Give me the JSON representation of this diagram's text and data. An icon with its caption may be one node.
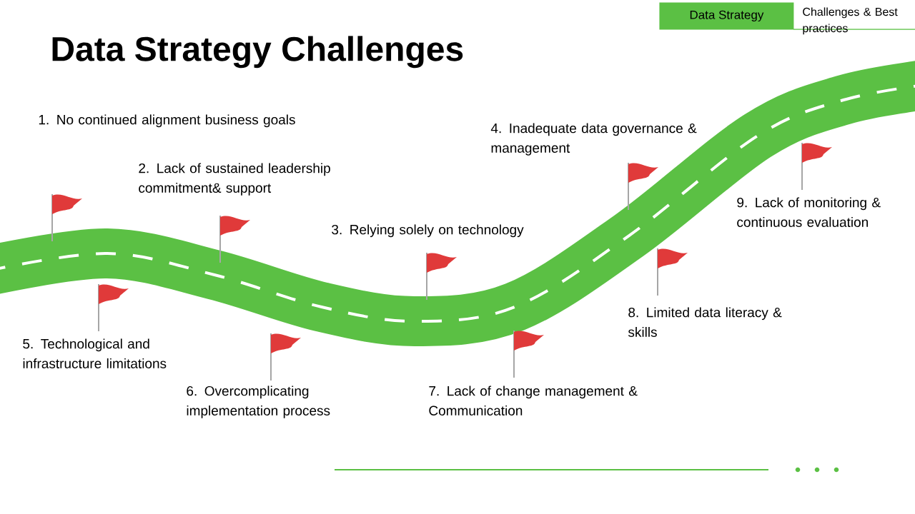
{
  "diagram": {
    "title": "Data Strategy Challenges",
    "nodes": [
      {
        "text": [
          "Data Strategy"
        ]
      },
      {
        "text": [
          "Challenges & Best practices"
        ]
      }
    ],
    "labels": [
      "1. No continued alignment business goals",
      "2. Lack of sustained leadership commitment& support",
      "3. Relying solely on technology",
      "4. Inadequate data governance & management",
      "9. Lack of monitoring & continuous evaluation",
      "5. Technological and infrastructure limitations",
      "8. Limited data literacy & skills",
      "6. Overcomplicating implementation process",
      "7. Lack of change management & Communication"
    ]
  }
}
